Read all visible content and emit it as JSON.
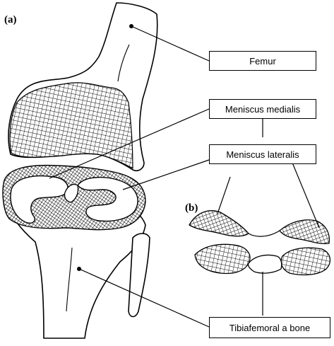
{
  "panels": {
    "a": "(a)",
    "b": "(b)"
  },
  "labels": {
    "femur": "Femur",
    "meniscus_medialis": "Meniscus medialis",
    "meniscus_lateralis": "Meniscus lateralis",
    "tibiafemoral": "Tibiafemoral a bone"
  },
  "colors": {
    "ink": "#000000",
    "background": "#ffffff"
  }
}
